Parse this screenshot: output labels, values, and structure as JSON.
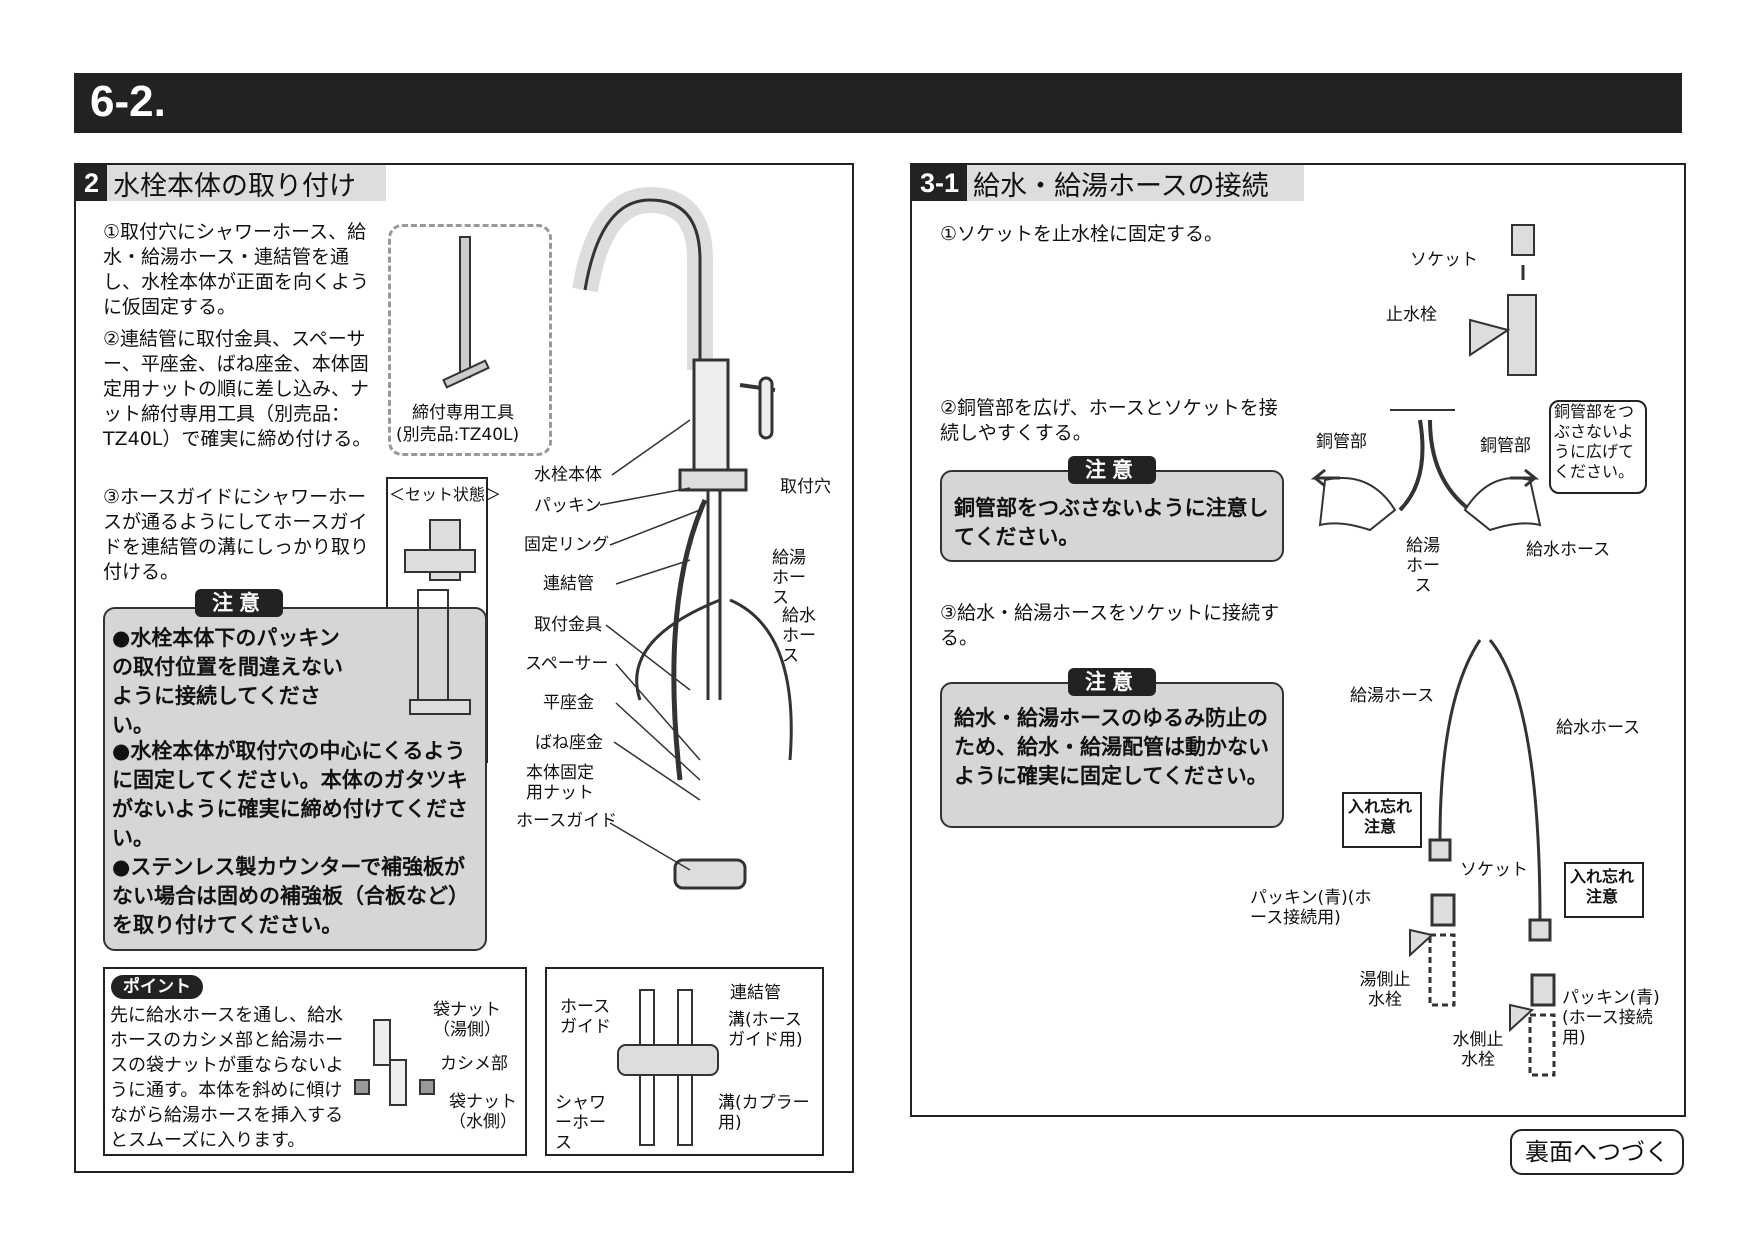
{
  "header": {
    "title": "6-2."
  },
  "section2": {
    "badge": "2",
    "title": "水栓本体の取り付け",
    "steps": [
      "①取付穴にシャワーホース、給水・給湯ホース・連結管を通し、水栓本体が正面を向くように仮固定する。",
      "②連結管に取付金具、スペーサー、平座金、ばね座金、本体固定用ナットの順に差し込み、ナット締付専用工具（別売品：TZ40L）で確実に締め付ける。",
      "③ホースガイドにシャワーホースが通るようにしてホースガイドを連結管の溝にしっかり取り付ける。"
    ],
    "tool_label": "締付専用工具",
    "tool_sub": "(別売品:TZ40L)",
    "set_state": "＜セット状態＞",
    "caution_label": "注意",
    "cautions": [
      "●水栓本体下のパッキンの取付位置を間違えないように接続してください。",
      "●水栓本体が取付穴の中心にくるように固定してください。本体のガタツキがないように確実に締め付けてください。",
      "●ステンレス製カウンターで補強板がない場合は固めの補強板（合板など）を取り付けてください。"
    ],
    "labels": {
      "body": "水栓本体",
      "packing": "パッキン",
      "ring": "固定リング",
      "pipe": "連結管",
      "bracket": "取付金具",
      "spacer": "スペーサー",
      "flat_washer": "平座金",
      "spring_washer": "ばね座金",
      "nut": "本体固定用ナット",
      "hose_guide": "ホースガイド",
      "hole": "取付穴",
      "hot_hose": "給湯ホース",
      "cold_hose": "給水ホース"
    },
    "point": {
      "label": "ポイント",
      "text": "先に給水ホースを通し、給水ホースのカシメ部と給湯ホースの袋ナットが重ならないように通す。本体を斜めに傾けながら給湯ホースを挿入するとスムーズに入ります。",
      "nut_hot": "袋ナット（湯側）",
      "kashime": "カシメ部",
      "nut_cold": "袋ナット（水側）"
    },
    "guide_detail": {
      "hose_guide": "ホースガイド",
      "pipe": "連結管",
      "groove_guide": "溝(ホースガイド用)",
      "shower_hose": "シャワーホース",
      "groove_coupler": "溝(カプラー用)"
    }
  },
  "section31": {
    "badge": "3-1",
    "title": "給水・給湯ホースの接続",
    "step1": "①ソケットを止水栓に固定する。",
    "socket": "ソケット",
    "stopcock": "止水栓",
    "step2": "②銅管部を広げ、ホースとソケットを接続しやすくする。",
    "caution_label": "注意",
    "caution1": "銅管部をつぶさないように注意してください。",
    "copper": "銅管部",
    "bubble": "銅管部をつぶさないように広げてください。",
    "hot_hose": "給湯ホース",
    "cold_hose": "給水ホース",
    "step3": "③給水・給湯ホースをソケットに接続する。",
    "caution2": "給水・給湯ホースのゆるみ防止のため、給水・給湯配管は動かないように確実に固定してください。",
    "dont_forget": "入れ忘れ注意",
    "packing_blue": "パッキン(青)(ホース接続用)",
    "hot_stop": "湯側止水栓",
    "cold_stop": "水側止水栓",
    "socket2": "ソケット"
  },
  "footer": {
    "continue": "裏面へつづく"
  }
}
